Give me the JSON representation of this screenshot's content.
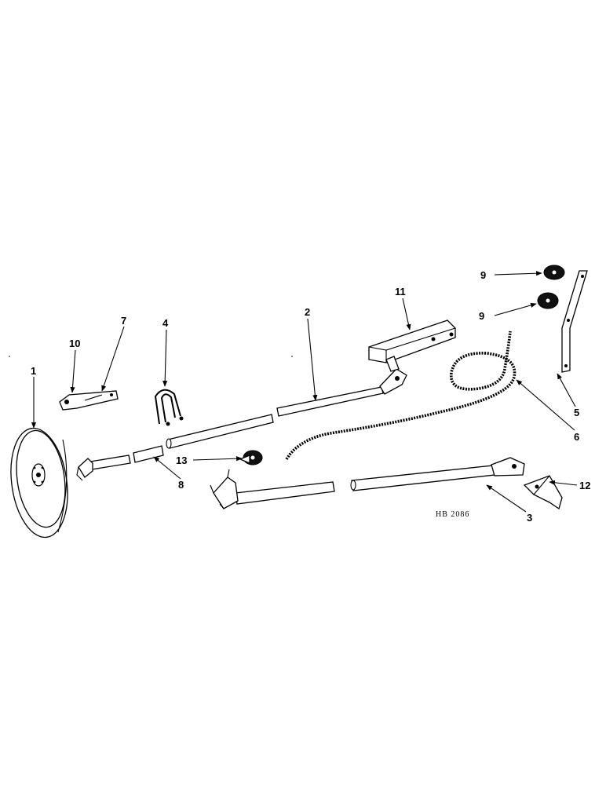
{
  "diagram": {
    "code": "HB 2086",
    "callouts": [
      {
        "id": "c1",
        "text": "1"
      },
      {
        "id": "c2",
        "text": "2"
      },
      {
        "id": "c3",
        "text": "3"
      },
      {
        "id": "c4",
        "text": "4"
      },
      {
        "id": "c5",
        "text": "5"
      },
      {
        "id": "c6",
        "text": "6"
      },
      {
        "id": "c7",
        "text": "7"
      },
      {
        "id": "c8",
        "text": "8"
      },
      {
        "id": "c9a",
        "text": "9"
      },
      {
        "id": "c9b",
        "text": "9"
      },
      {
        "id": "c10",
        "text": "10"
      },
      {
        "id": "c11",
        "text": "11"
      },
      {
        "id": "c12",
        "text": "12"
      },
      {
        "id": "c13",
        "text": "13"
      }
    ]
  }
}
